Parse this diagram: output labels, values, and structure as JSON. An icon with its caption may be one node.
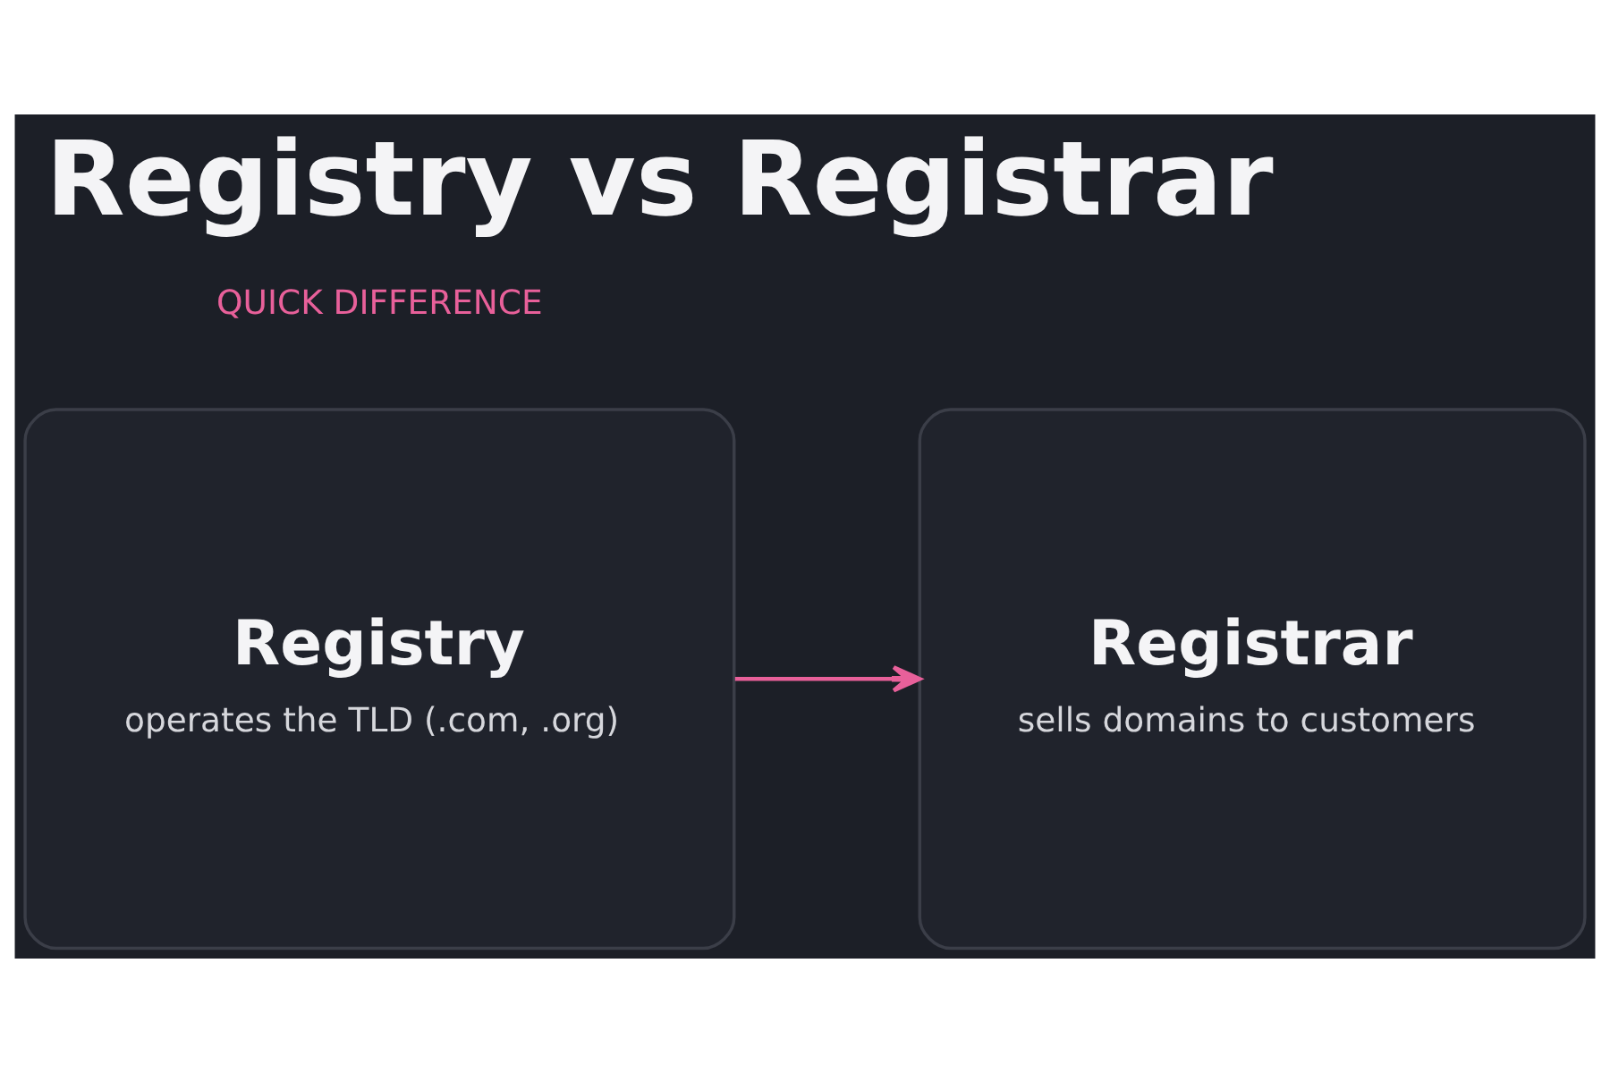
{
  "diagram": {
    "title": "Registry vs Registrar",
    "nodes": [
      {
        "text": [
          "Registry",
          "operates the TLD (.com, .org)"
        ]
      },
      {
        "text": [
          "Registrar",
          "sells domains to customers"
        ]
      }
    ],
    "edges": [
      {
        "from": 0,
        "to": 1,
        "arrow": "to"
      }
    ],
    "labels": [
      "QUICK DIFFERENCE"
    ]
  }
}
